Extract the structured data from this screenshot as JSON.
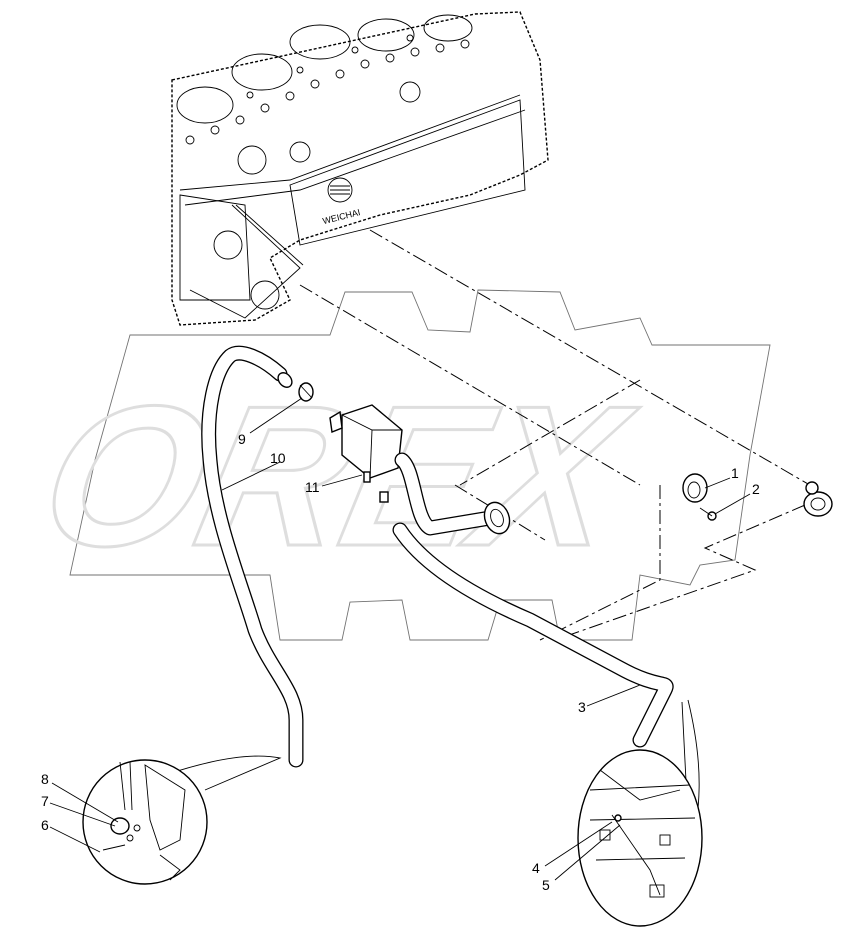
{
  "diagram": {
    "watermark": "OREX",
    "logo_text": "WEICHAI",
    "callouts": [
      "1",
      "2",
      "3",
      "4",
      "5",
      "6",
      "7",
      "8",
      "9",
      "10",
      "11"
    ]
  }
}
